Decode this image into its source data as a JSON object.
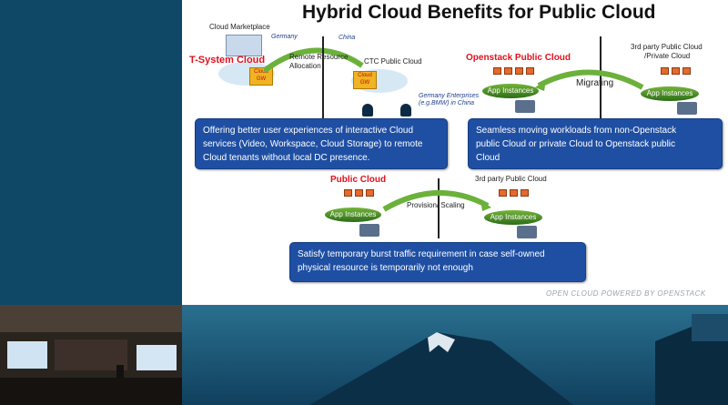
{
  "slide": {
    "title": "Hybrid Cloud Benefits for Public Cloud",
    "footer": "OPEN CLOUD POWERED BY OPENSTACK",
    "top_left": {
      "cloud_marketplace": "Cloud Marketplace",
      "germany": "Germany",
      "china": "China",
      "tsystem": "T-System Cloud",
      "remote_resource": "Remote Resource",
      "allocation": "Allocation",
      "ctc": "CTC Public Cloud",
      "gw_left_1": "Cloud",
      "gw_left_2": "GW",
      "gw_right_1": "Cloud",
      "gw_right_2": "GW",
      "enterprises_1": "Germany Enterprises",
      "enterprises_2": "(e.g.BMW) in China",
      "box_line_1": "Offering better user experiences of interactive Cloud",
      "box_line_2": "services (Video, Workspace, Cloud Storage) to remote",
      "box_line_3": "Cloud tenants without local DC presence."
    },
    "top_right": {
      "openstack": "Openstack Public Cloud",
      "third_party_1": "3rd party Public Cloud",
      "third_party_2": "/Private Cloud",
      "migrating": "Migrating",
      "app_left": "App Instances",
      "app_right": "App Instances",
      "box_line_1": "Seamless moving  workloads from non-Openstack",
      "box_line_2": "public Cloud or private Cloud to Openstack public",
      "box_line_3": "Cloud"
    },
    "bottom": {
      "public_cloud": "Public Cloud",
      "third_party": "3rd party Public Cloud",
      "provision": "Provision/ Scaling",
      "app_left": "App Instances",
      "app_right": "App Instances",
      "box_line_1": "Satisfy  temporary burst traffic requirement in case self-owned",
      "box_line_2": "physical resource is temporarily not enough"
    }
  },
  "colors": {
    "box_blue": "#1f4fa3",
    "red": "#e0111d",
    "app_green": "#4f8f2a"
  }
}
